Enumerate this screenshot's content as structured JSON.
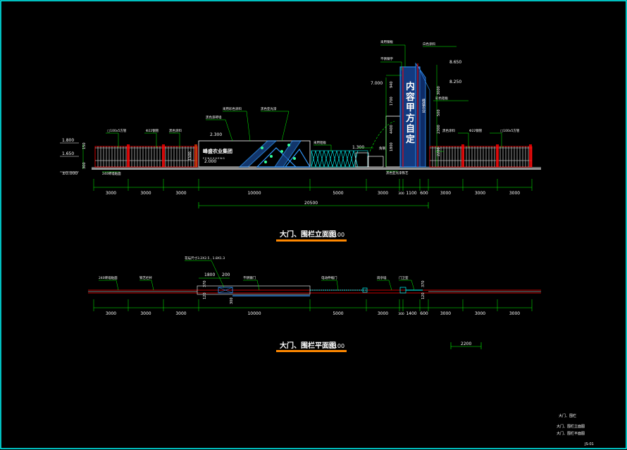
{
  "elevation": {
    "title": "大门、围栏立面图",
    "scale": "1:100",
    "dims_top": [
      "3000",
      "3000",
      "3000",
      "10000",
      "5000",
      "3000",
      "300",
      "1100",
      "600",
      "3000",
      "3000",
      "3000"
    ],
    "total": "20500",
    "levels": [
      "1.800",
      "1.650",
      "±0.000",
      "2.300",
      "2.000",
      "1.300",
      "7.000",
      "8.650",
      "8.250"
    ],
    "vert_dims": [
      "300",
      "150",
      "1500",
      "940",
      "1700",
      "4400",
      "1800",
      "3000",
      "500",
      "2300",
      "2200"
    ],
    "gate_name": "峰盛农业集团",
    "gate_sub": "F E N G S H E N G",
    "sign_text": "内容甲方自定",
    "sign_small": "峰盛农业",
    "labels": [
      "□100x5方管",
      "Φ22钢管",
      "黑色涂料",
      "240砖墙贴面",
      "黑色漆砖墙",
      "采用彩色涂料",
      "黑色亚光漆",
      "采用铝板",
      "采用钢板",
      "角钢",
      "不锈钢字",
      "白色涂料",
      "彩色铝板",
      "黑色亚光漆铁艺"
    ]
  },
  "plan": {
    "title": "大门、围栏平面图",
    "scale": "1:100",
    "dims_bottom": [
      "3000",
      "3000",
      "3000",
      "10000",
      "5000",
      "3000",
      "300",
      "1400",
      "600",
      "3000",
      "3000",
      "3000"
    ],
    "small_dims": [
      "1800",
      "200",
      "370",
      "120",
      "300",
      "370",
      "120"
    ],
    "note": "花坛尺寸3.2X2.5 , 1.8X1.3",
    "labels": [
      "240砖墙贴面",
      "铁艺栏杆",
      "不锈钢门",
      "电动伸缩门",
      "岗亭墙",
      "门卫室"
    ],
    "extra_dim": "2200"
  },
  "title_block": {
    "name": "大门、围栏",
    "line1": "大门、围栏立面图",
    "line2": "大门、围栏平面图",
    "sheet": "JS-01"
  }
}
